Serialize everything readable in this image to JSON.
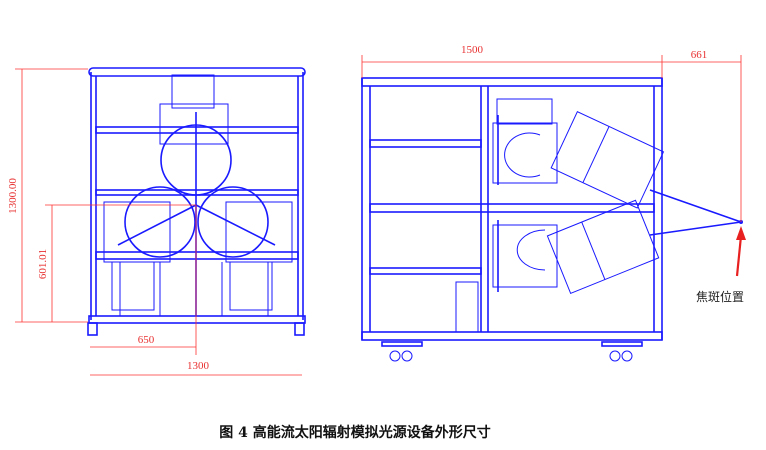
{
  "figure": {
    "caption": "图 4 高能流太阳辐射模拟光源设备外形尺寸",
    "front_view": {
      "dim_height": "1300.00",
      "dim_center_height": "601.01",
      "dim_half_width": "650",
      "dim_width": "1300"
    },
    "side_view": {
      "dim_length": "1500",
      "dim_focal_distance": "661",
      "focus_label": "焦斑位置"
    },
    "colors": {
      "drawing": "#1a1aff",
      "dimension": "#ff3030"
    }
  }
}
